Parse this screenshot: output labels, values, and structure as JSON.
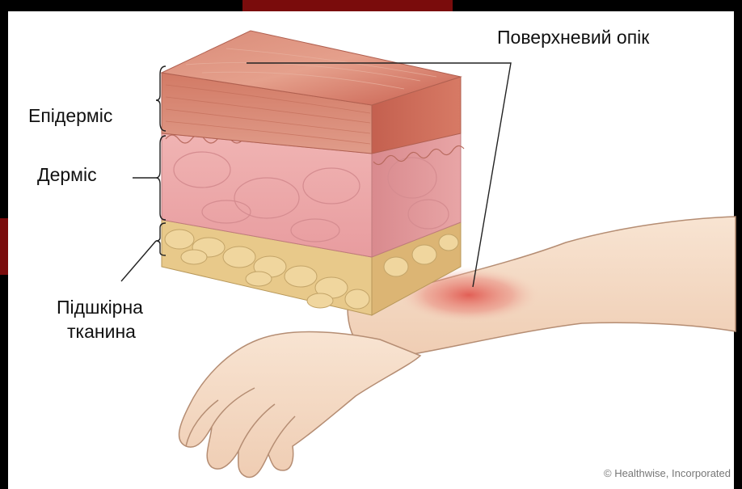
{
  "labels": {
    "superficial_burn": "Поверхневий опік",
    "epidermis": "Епідерміс",
    "dermis": "Дерміс",
    "subcutaneous_line1": "Підшкірна",
    "subcutaneous_line2": "тканина"
  },
  "copyright": "© Healthwise, Incorporated",
  "colors": {
    "background": "#000000",
    "accent": "#7a0c0c",
    "epidermis": "#d9846f",
    "dermis": "#e9a7a8",
    "fat": "#e8c98a",
    "skin": "#f5dcc6",
    "burn": "#e0524a"
  }
}
